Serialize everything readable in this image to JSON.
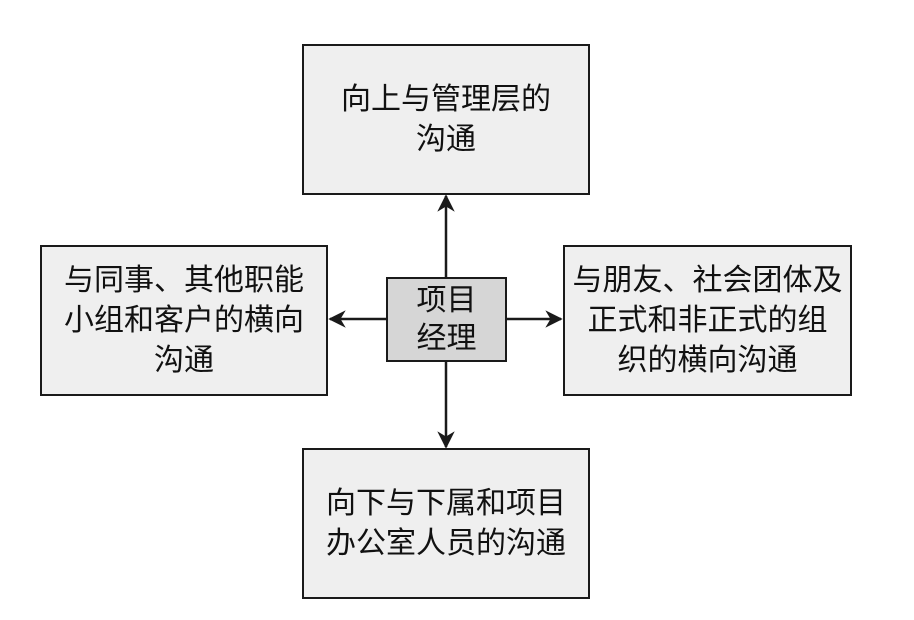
{
  "center": {
    "lines": [
      "项目",
      "经理"
    ]
  },
  "top": {
    "lines": [
      "向上与管理层的",
      "沟通"
    ]
  },
  "left": {
    "lines": [
      "与同事、其他职能",
      "小组和客户的横向",
      "沟通"
    ]
  },
  "right": {
    "lines": [
      "与朋友、社会团体及",
      "正式和非正式的组",
      "织的横向沟通"
    ]
  },
  "bottom": {
    "lines": [
      "向下与下属和项目",
      "办公室人员的沟通"
    ]
  },
  "colors": {
    "box_fill": "#efefef",
    "center_fill": "#d6d6d6",
    "stroke": "#1a1a1a"
  }
}
